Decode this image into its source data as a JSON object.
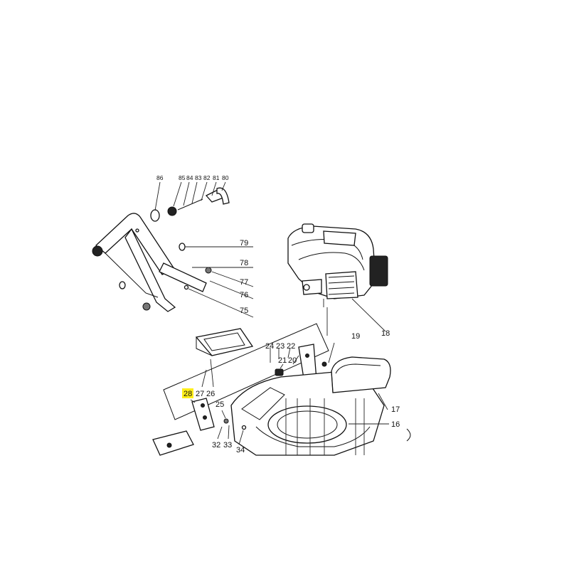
{
  "highlight_color": "#ffef1a",
  "callouts": {
    "p86": "86",
    "p85": "85",
    "p84": "84",
    "p83": "83",
    "p82": "82",
    "p81": "81",
    "p80": "80",
    "p79": "79",
    "p78": "78",
    "p77": "77",
    "p76": "76",
    "p75": "75",
    "p24": "24",
    "p23": "23",
    "p22": "22",
    "p21": "21",
    "p20": "20",
    "p19": "19",
    "p18": "18",
    "p28": "28",
    "p27": "27",
    "p26": "26",
    "p25": "25",
    "p17": "17",
    "p16": "16",
    "p32": "32",
    "p33": "33",
    "p34": "34"
  }
}
